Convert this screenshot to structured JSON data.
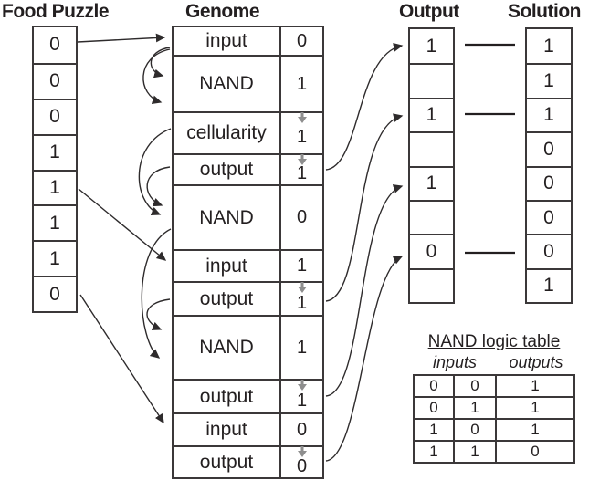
{
  "food_puzzle": {
    "title": "Food Puzzle",
    "cells": [
      "0",
      "0",
      "0",
      "1",
      "1",
      "1",
      "1",
      "0"
    ]
  },
  "genome": {
    "title": "Genome",
    "rows": [
      {
        "label": "input",
        "value": "0"
      },
      {
        "label": "NAND",
        "value": "1"
      },
      {
        "label": "cellularity",
        "value": "1"
      },
      {
        "label": "output",
        "value": "1"
      },
      {
        "label": "NAND",
        "value": "0"
      },
      {
        "label": "input",
        "value": "1"
      },
      {
        "label": "output",
        "value": "1"
      },
      {
        "label": "NAND",
        "value": "1"
      },
      {
        "label": "output",
        "value": "1"
      },
      {
        "label": "input",
        "value": "0"
      },
      {
        "label": "output",
        "value": "0"
      }
    ]
  },
  "output": {
    "title": "Output",
    "cells": [
      "1",
      "",
      "1",
      "",
      "1",
      "",
      "0",
      ""
    ]
  },
  "solution": {
    "title": "Solution",
    "cells": [
      "1",
      "1",
      "1",
      "0",
      "0",
      "0",
      "0",
      "1"
    ]
  },
  "nand_table": {
    "title": "NAND logic table",
    "headers": [
      "inputs",
      "outputs"
    ],
    "rows": [
      [
        "0",
        "0",
        "1"
      ],
      [
        "0",
        "1",
        "1"
      ],
      [
        "1",
        "0",
        "1"
      ],
      [
        "1",
        "1",
        "0"
      ]
    ]
  },
  "colors": {
    "line": "#2e2b2c",
    "text": "#231f20",
    "gray_arrow": "#8e8e8e"
  }
}
